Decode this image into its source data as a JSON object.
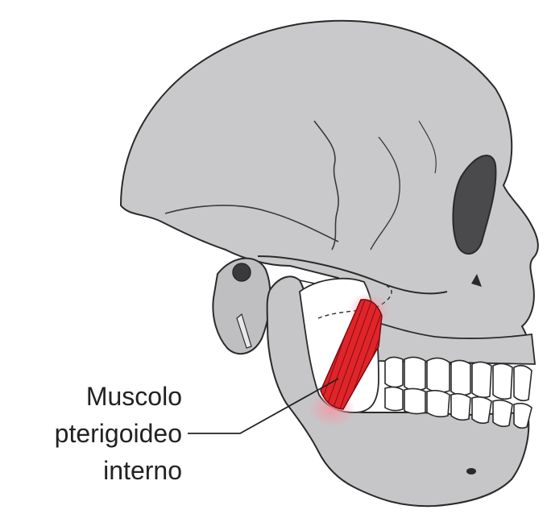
{
  "figure": {
    "label_lines": [
      "Muscolo",
      "pterigoideo",
      "interno"
    ]
  },
  "colors": {
    "bone": "#c9c9cb",
    "bone_dark": "#a9a9ab",
    "outline": "#2a2a2a",
    "muscle": "#e0252a",
    "muscle_fiber": "#8a0e12",
    "teeth": "#ffffff",
    "orbit": "#4a4a4d",
    "text": "#222222",
    "halo": "#f6a2ae"
  },
  "icons": [
    "skull-lateral-view",
    "medial-pterygoid-muscle"
  ]
}
